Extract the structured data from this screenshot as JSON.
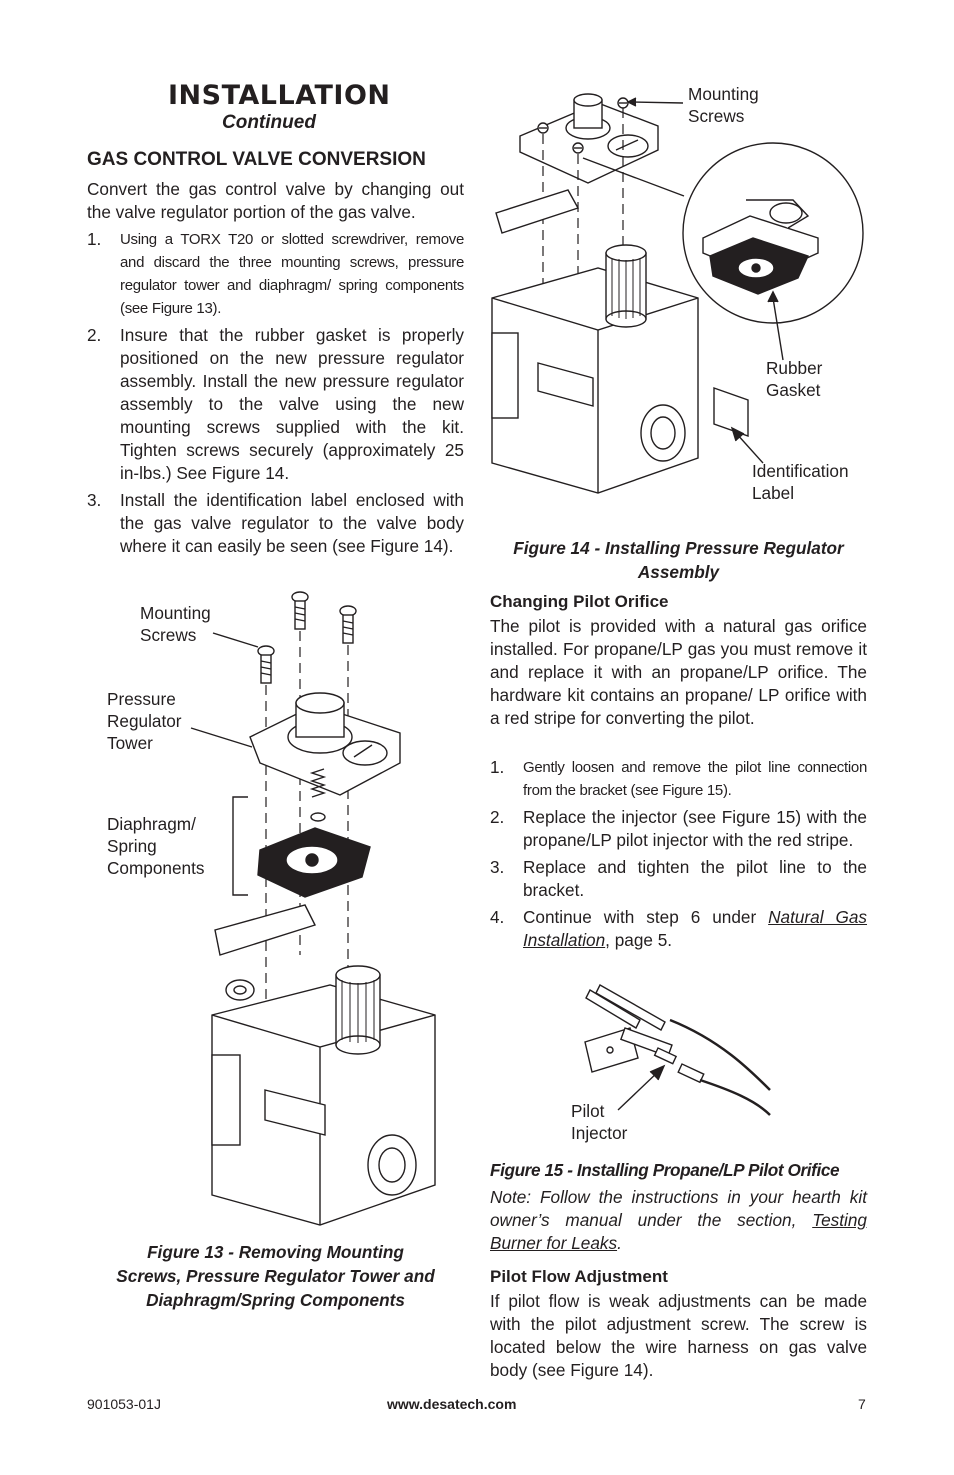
{
  "header": {
    "title": "INSTALLATION",
    "subtitle": "Continued"
  },
  "gcv": {
    "heading": "GAS CONTROL VALVE CONVERSION",
    "intro": "Convert the gas control valve by changing out the valve regulator portion of the gas valve.",
    "steps": [
      {
        "num": "1.",
        "text": "Using a TORX T20 or slotted screwdriver, remove and discard the three mounting screws, pressure regulator tower and diaphragm/ spring components (see Figure 13)."
      },
      {
        "num": "2.",
        "text": "Insure that the rubber gasket is properly positioned on the new pressure regulator assembly. Install the new pressure regulator assembly to the valve using the new mounting screws supplied with the kit. Tighten screws securely (approximately 25 in-lbs.) See Figure 14."
      },
      {
        "num": "3.",
        "text": "Install the identification label enclosed with the gas valve regulator to the valve body where it can easily be seen (see Figure 14)."
      }
    ]
  },
  "fig13": {
    "labels": {
      "mounting_screws_1": "Mounting",
      "mounting_screws_2": "Screws",
      "tower_1": "Pressure",
      "tower_2": "Regulator",
      "tower_3": "Tower",
      "diaphragm_1": "Diaphragm/",
      "diaphragm_2": "Spring",
      "diaphragm_3": "Components"
    },
    "caption_1": "Figure 13 - Removing Mounting",
    "caption_2": "Screws, Pressure Regulator Tower and",
    "caption_3": "Diaphragm/Spring Components"
  },
  "fig14": {
    "labels": {
      "mounting_screws_1": "Mounting",
      "mounting_screws_2": "Screws",
      "gasket_1": "Rubber",
      "gasket_2": "Gasket",
      "id_label_1": "Identification",
      "id_label_2": "Label"
    },
    "caption_1": "Figure 14 - Installing Pressure Regulator",
    "caption_2": "Assembly"
  },
  "pilot_orifice": {
    "heading": "Changing Pilot Orifice",
    "intro": "The pilot is provided with a natural gas orifice installed. For propane/LP gas you must remove it and replace it with an propane/LP orifice. The hardware kit contains an propane/ LP orifice with a red stripe for converting the pilot.",
    "step1_num": "1.",
    "step1": "Gently loosen and remove the pilot line connection from the bracket (see Figure 15).",
    "step2_num": "2.",
    "step2": "Replace the injector (see Figure 15) with the propane/LP pilot injector with the red stripe.",
    "step3_num": "3.",
    "step3": "Replace and tighten the pilot line to the bracket.",
    "step4_num": "4.",
    "step4_pre": "Continue with step 6 under ",
    "step4_link": "Natural Gas Installation",
    "step4_post": ", page 5."
  },
  "fig15": {
    "label_1": "Pilot",
    "label_2": "Injector",
    "caption": "Figure 15 - Installing Propane/LP Pilot Orifice"
  },
  "note": {
    "pre": "Note: Follow the instructions in your hearth kit owner’s manual under the section, ",
    "link": "Testing Burner for Leaks",
    "post": "."
  },
  "pilot_flow": {
    "heading": "Pilot Flow Adjustment",
    "text": "If pilot flow is weak adjustments can be made with the pilot adjustment screw. The screw is located below the wire harness on gas valve body (see Figure 14)."
  },
  "footer": {
    "doc_number": "901053-01J",
    "website": "www.desatech.com",
    "page": "7"
  }
}
